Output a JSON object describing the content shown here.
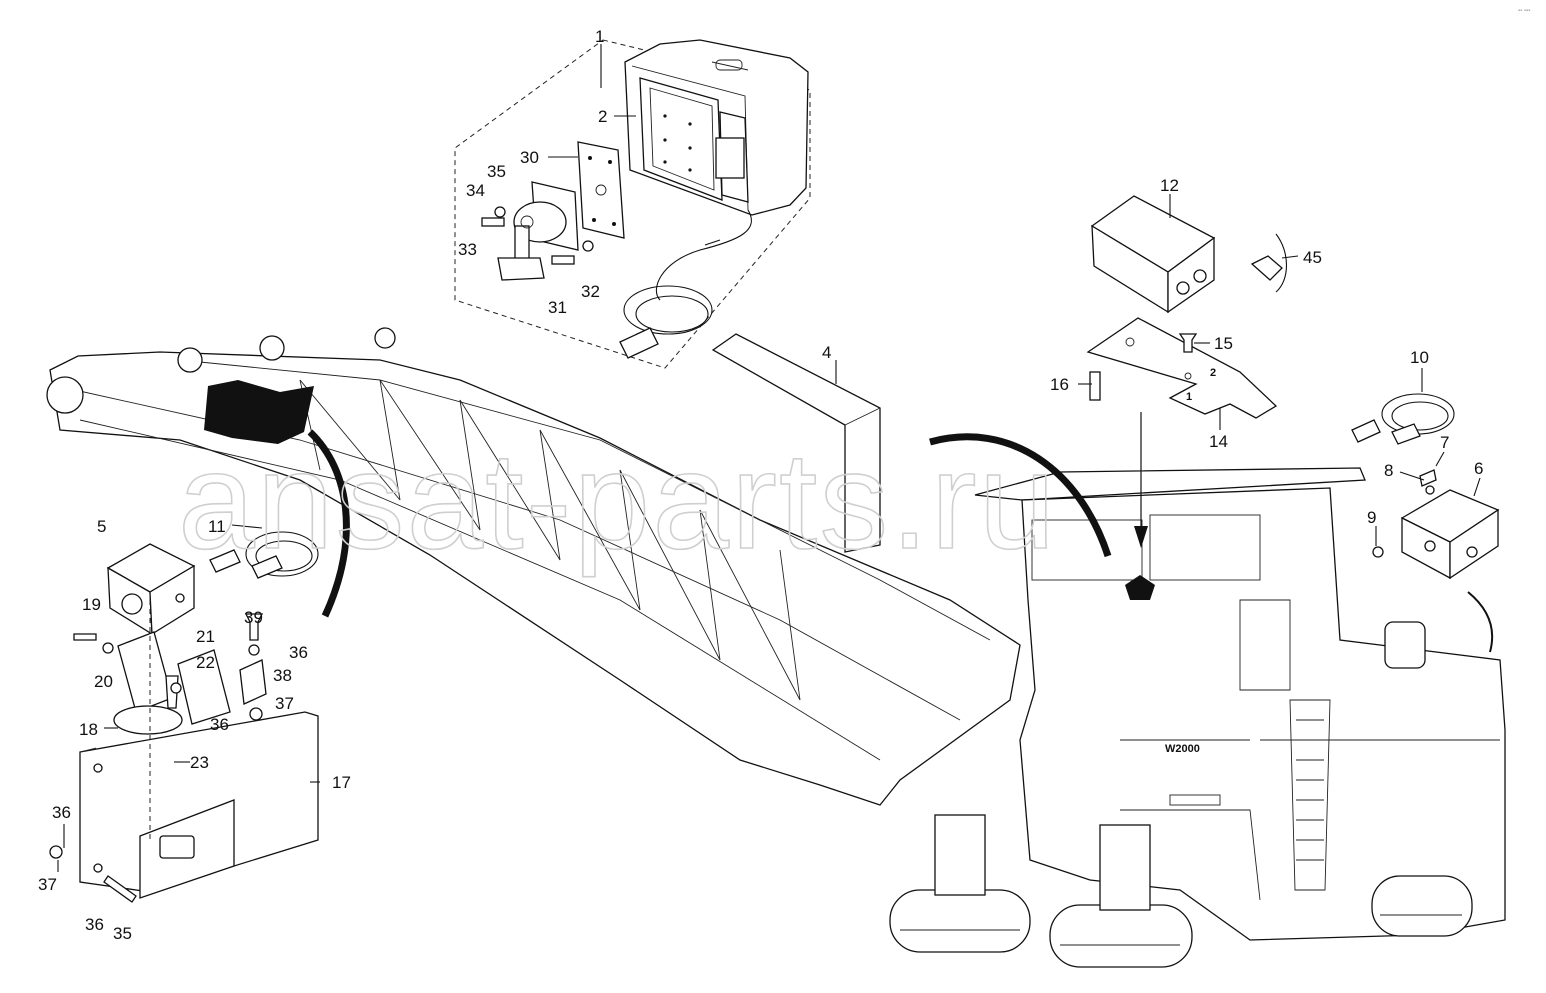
{
  "watermark": "ansat-parts.ru",
  "machine_plate": "W2000",
  "callouts": [
    {
      "id": "c1",
      "text": "1"
    },
    {
      "id": "c2",
      "text": "2"
    },
    {
      "id": "c30",
      "text": "30"
    },
    {
      "id": "c35a",
      "text": "35"
    },
    {
      "id": "c34",
      "text": "34"
    },
    {
      "id": "c33",
      "text": "33"
    },
    {
      "id": "c31",
      "text": "31"
    },
    {
      "id": "c32",
      "text": "32"
    },
    {
      "id": "c4",
      "text": "4"
    },
    {
      "id": "c12",
      "text": "12"
    },
    {
      "id": "c45",
      "text": "45"
    },
    {
      "id": "c15",
      "text": "15"
    },
    {
      "id": "c16",
      "text": "16"
    },
    {
      "id": "c14",
      "text": "14"
    },
    {
      "id": "c10",
      "text": "10"
    },
    {
      "id": "c7",
      "text": "7"
    },
    {
      "id": "c8",
      "text": "8"
    },
    {
      "id": "c6",
      "text": "6"
    },
    {
      "id": "c9",
      "text": "9"
    },
    {
      "id": "c11",
      "text": "11"
    },
    {
      "id": "c5",
      "text": "5"
    },
    {
      "id": "c19",
      "text": "19"
    },
    {
      "id": "c21",
      "text": "21"
    },
    {
      "id": "c22",
      "text": "22"
    },
    {
      "id": "c20",
      "text": "20"
    },
    {
      "id": "c39",
      "text": "39"
    },
    {
      "id": "c36a",
      "text": "36"
    },
    {
      "id": "c38",
      "text": "38"
    },
    {
      "id": "c37a",
      "text": "37"
    },
    {
      "id": "c36b",
      "text": "36"
    },
    {
      "id": "c18",
      "text": "18"
    },
    {
      "id": "c23",
      "text": "23"
    },
    {
      "id": "c17",
      "text": "17"
    },
    {
      "id": "c36c",
      "text": "36"
    },
    {
      "id": "c37b",
      "text": "37"
    },
    {
      "id": "c36d",
      "text": "36"
    },
    {
      "id": "c35b",
      "text": "35"
    }
  ]
}
